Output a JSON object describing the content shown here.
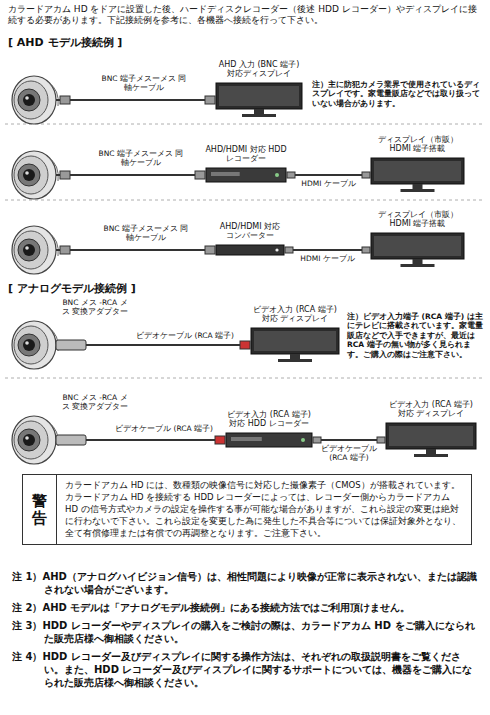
{
  "diagram": {
    "nodes": [
      {
        "text": [
          "AHD 入力 (BNC 端子) 対応ディスプレイ"
        ]
      },
      {
        "text": [
          "AHD/HDMI 対応 HDD レコーダー"
        ]
      },
      {
        "text": [
          "ディスプレイ（市販） HDMI 端子搭載"
        ]
      },
      {
        "text": [
          "AHD/HDMI 対応 コンバーター"
        ]
      },
      {
        "text": [
          "ディスプレイ（市販） HDMI 端子搭載"
        ]
      },
      {
        "text": [
          "ビデオ入力 (RCA 端子) 対応 ディスプレイ"
        ]
      },
      {
        "text": [
          "ビデオ入力 (RCA 端子) 対応 HDD レコーダー"
        ]
      },
      {
        "text": [
          "ビデオ入力 (RCA 端子) 対応 ディスプレイ"
        ]
      },
      {
        "text": [
          "警告",
          "カラードアカム HD には、数種類の映像信号に対応した撮像素子（CMOS）が搭載されています。カラードアカム HD を接続する HDD レコーダーによっては、レコーダー側からカラードアカム HD の信号方式やカメラの設定を操作する事が可能な場合がありますが、これら設定の変更は絶対に行わないで下さい。これら設定を変更した為に発生した不具合等については保証対象外となり、全て有償修理または有償での再調整となります。ご注意下さい。"
        ]
      }
    ],
    "edges": [
      {
        "from": 1,
        "to": 2,
        "label": "HDMI ケーブル",
        "arrow": "none"
      },
      {
        "from": 3,
        "to": 4,
        "label": "HDMI ケーブル",
        "arrow": "none"
      },
      {
        "from": 6,
        "to": 7,
        "label": "ビデオケーブル (RCA 端子)",
        "arrow": "none"
      }
    ],
    "labels": [
      "カラードアカム HD をドアに設置した後、ハードディスクレコーダー（後述 HDD レコーダー）やディスプレイに接続する必要があります。下記接続例を参考に、各機器へ接続を行って下さい。",
      "[ AHD モデル接続例 ]",
      "BNC 端子メスーメス 同軸ケーブル",
      "注）主に防犯カメラ業界で使用されているディスプレイです。家電量販店などでは取り扱っていない場合があります。",
      "BNC 端子メスーメス 同軸ケーブル",
      "BNC 端子メスーメス 同軸ケーブル",
      "[ アナログモデル接続例 ]",
      "BNC メス -RCA メス 変換アダプター",
      "ビデオケーブル (RCA 端子)",
      "注）ビデオ入力端子 (RCA 端子) は主にテレビに搭載されています。家電量販店などで入手できますが、最近は RCA 端子の無い物が多く見られます。ご購入の際はご注意下さい。",
      "BNC メス -RCA メス 変換アダプター",
      "ビデオケーブル (RCA 端子)",
      "注 1）AHD（アナログハイビジョン信号）は、相性問題により映像が正常に表示されない、または認識されない場合がございます。",
      "注 2）AHD モデルは「アナログモデル接続例」にある接続方法ではご利用頂けません。",
      "注 3）HDD レコーダーやディスプレイの購入をご検討の際は、カラードアカム HD をご購入になられた販売店様へ御相談ください。",
      "注 4）HDD レコーダー及びディスプレイに関する操作方法は、それぞれの取扱説明書をご覧ください。また、HDD レコーダー及びディスプレイに関するサポートについては、機器をご購入になられた販売店様へ御相談ください。"
    ]
  }
}
